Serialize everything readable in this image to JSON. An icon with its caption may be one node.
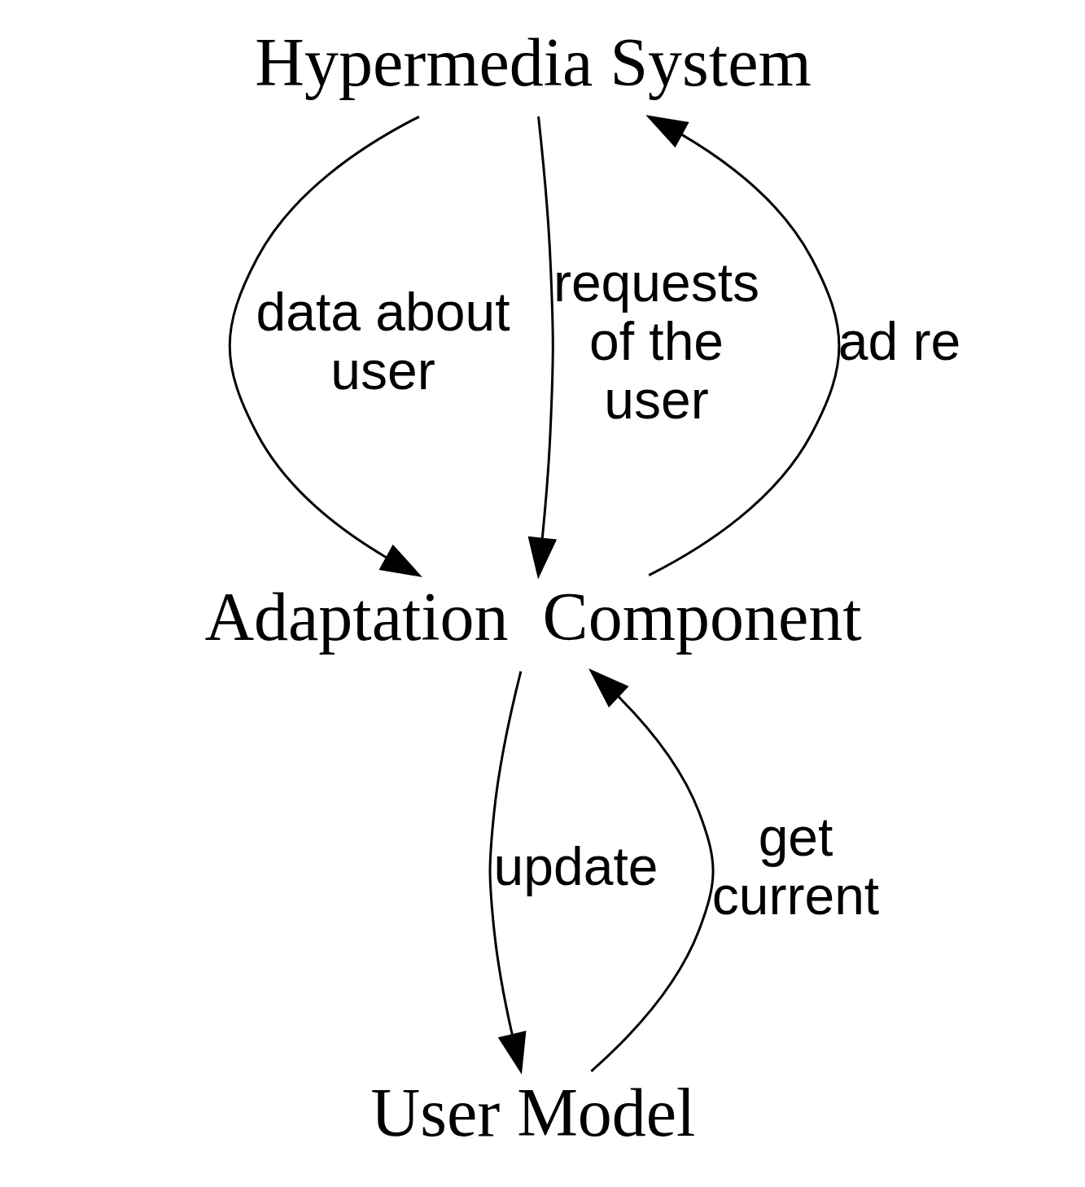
{
  "diagram": {
    "nodes": [
      {
        "text": [
          "Hypermedia System"
        ]
      },
      {
        "text": [
          "Adaptation  Component"
        ]
      },
      {
        "text": [
          "User Model"
        ]
      }
    ],
    "edges": [
      {
        "from": 0,
        "to": 1,
        "arrow": "to",
        "label": "data about user"
      },
      {
        "from": 0,
        "to": 1,
        "arrow": "to",
        "label": "requests of the user"
      },
      {
        "from": 1,
        "to": 0,
        "arrow": "to",
        "label": "ad re"
      },
      {
        "from": 1,
        "to": 2,
        "arrow": "to",
        "label": "update"
      },
      {
        "from": 2,
        "to": 1,
        "arrow": "to",
        "label": "get current"
      }
    ]
  }
}
